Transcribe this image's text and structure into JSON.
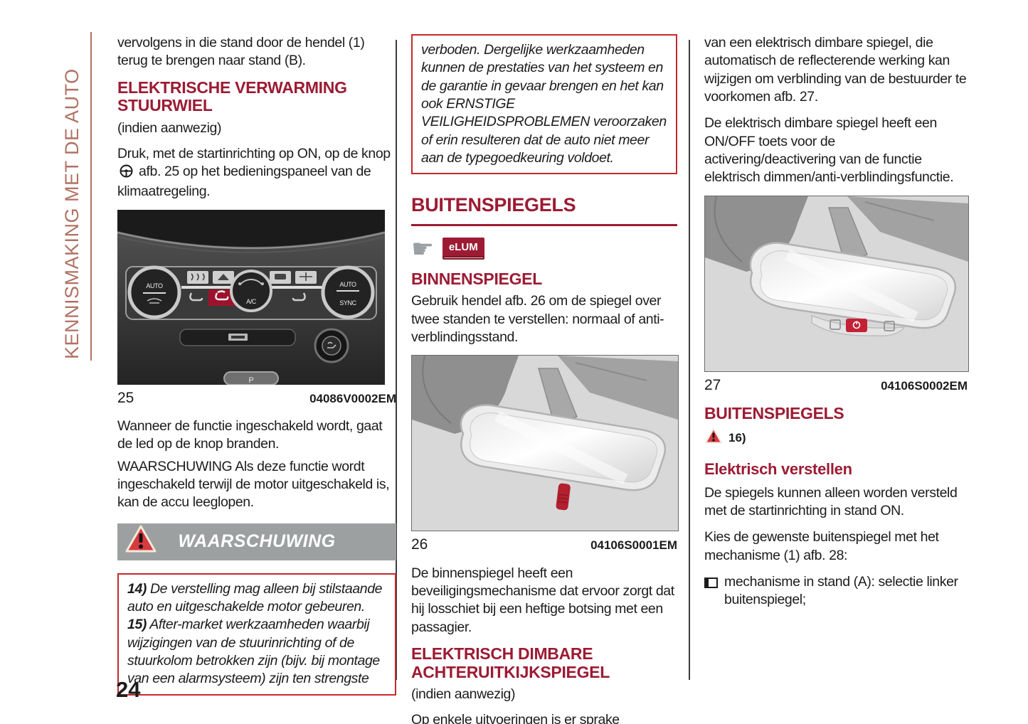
{
  "page": {
    "sidebar_title": "KENNISMAKING MET DE AUTO",
    "number": "24",
    "colors": {
      "heading_red": "#9c1b33",
      "box_border_red": "#c42a2e",
      "sidebar_terracotta": "#b07264",
      "warning_bar_gray": "#9ca0a1"
    }
  },
  "icons": {
    "hand_glyph": "☛",
    "elum_label": "eLUM"
  },
  "col1": {
    "para_intro": "vervolgens in die stand door de hendel (1) terug te brengen naar stand (B).",
    "heading": "ELEKTRISCHE VERWARMING STUURWIEL",
    "subnote": "(indien aanwezig)",
    "para_knop_before": "Druk, met de startinrichting op ON, op de knop",
    "para_knop_after": "afb. 25 op het bedieningspaneel van de klimaatregeling.",
    "fig25": {
      "number": "25",
      "code": "04086V0002EM",
      "knob_left": "AUTO",
      "knob_right_top": "AUTO",
      "knob_right_bottom": "SYNC",
      "knob_center": "A/C",
      "gear_label": "P"
    },
    "para_led": "Wanneer de functie ingeschakeld wordt, gaat de led op de knop branden.",
    "para_warning": "WAARSCHUWING Als deze functie wordt ingeschakeld terwijl de motor uitgeschakeld is, kan de accu leeglopen.",
    "warning_bar_label": "WAARSCHUWING",
    "notes": [
      {
        "num": "14)",
        "text": " De verstelling mag alleen bij stilstaande auto en uitgeschakelde motor gebeuren."
      },
      {
        "num": "15)",
        "text": " After-market werkzaamheden waarbij wijzigingen van de stuurinrichting of de stuurkolom betrokken zijn (bijv. bij montage van een alarmsysteem) zijn ten strengste"
      }
    ]
  },
  "col2": {
    "box_continuation": "verboden. Dergelijke werkzaamheden kunnen de prestaties van het systeem en de garantie in gevaar brengen en het kan ook ERNSTIGE VEILIGHEIDSPROBLEMEN veroorzaken of erin resulteren dat de auto niet meer aan de typegoedkeuring voldoet.",
    "heading_main": "BUITENSPIEGELS",
    "heading_binnenspiegel": "BINNENSPIEGEL",
    "para_binnenspiegel": "Gebruik hendel afb. 26 om de spiegel over twee standen te verstellen: normaal of anti-verblindingsstand.",
    "fig26": {
      "number": "26",
      "code": "04106S0001EM"
    },
    "para_mechanism": "De binnenspiegel heeft een beveiligingsmechanisme dat ervoor zorgt dat hij losschiet bij een heftige botsing met een passagier.",
    "heading_dimbare": "ELEKTRISCH DIMBARE ACHTERUITKIJKSPIEGEL",
    "subnote": "(indien aanwezig)",
    "para_last": "Op enkele uitvoeringen is er sprake"
  },
  "col3": {
    "para_1": "van een elektrisch dimbare spiegel, die automatisch de reflecterende werking kan wijzigen om verblinding van de bestuurder te voorkomen afb. 27.",
    "para_2": "De elektrisch dimbare spiegel heeft een ON/OFF toets voor de activering/deactivering van de functie elektrisch dimmen/anti-verblindingsfunctie.",
    "fig27": {
      "number": "27",
      "code": "04106S0002EM"
    },
    "heading_buitenspiegels": "BUITENSPIEGELS",
    "warning_ref": "16)",
    "heading_verstellen": "Elektrisch verstellen",
    "para_3": "De spiegels kunnen alleen worden versteld met de startinrichting in stand ON.",
    "para_4": "Kies de gewenste buitenspiegel met het mechanisme (1) afb. 28:",
    "bullet_1": "mechanisme in stand (A): selectie linker buitenspiegel;"
  }
}
